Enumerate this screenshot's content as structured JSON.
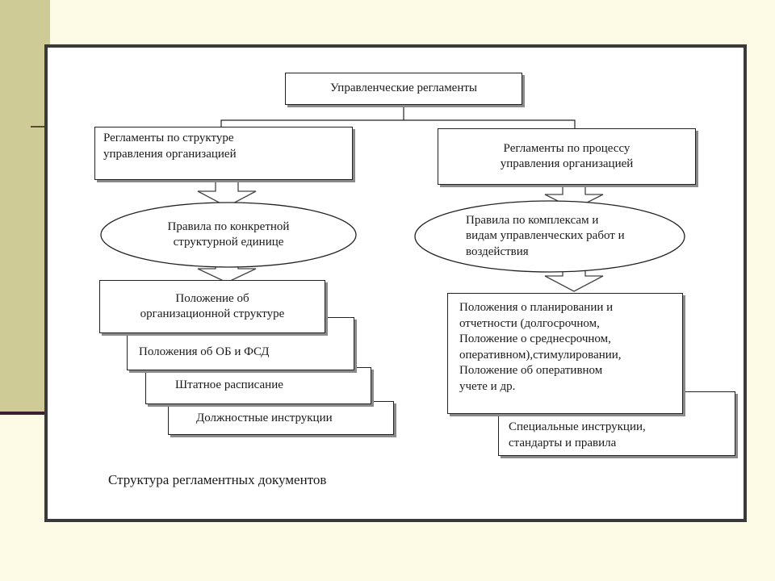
{
  "diagram": {
    "root": "Управленческие регламенты",
    "left": {
      "header": [
        "Регламенты по структуре",
        "управления организацией"
      ],
      "rules": [
        "Правила по конкретной",
        "структурной единице"
      ],
      "stack": [
        [
          "Положение об",
          "организационной структуре"
        ],
        [
          "Положения об ОБ и ФСД"
        ],
        [
          "Штатное расписание"
        ],
        [
          "Должностные инструкции"
        ]
      ]
    },
    "right": {
      "header": [
        "Регламенты по процессу",
        "управления организацией"
      ],
      "rules": [
        "Правила по комплексам и",
        "видам управленческих работ и",
        "воздействия"
      ],
      "stack": [
        [
          "Положения о планировании и",
          "отчетности (долгосрочном,",
          "Положение о среднесрочном,",
          "оперативном),стимулировании,",
          "Положение об оперативном",
          "учете и др."
        ],
        [
          "Специальные инструкции,",
          "стандарты и правила"
        ]
      ]
    },
    "caption": "Структура регламентных документов"
  }
}
